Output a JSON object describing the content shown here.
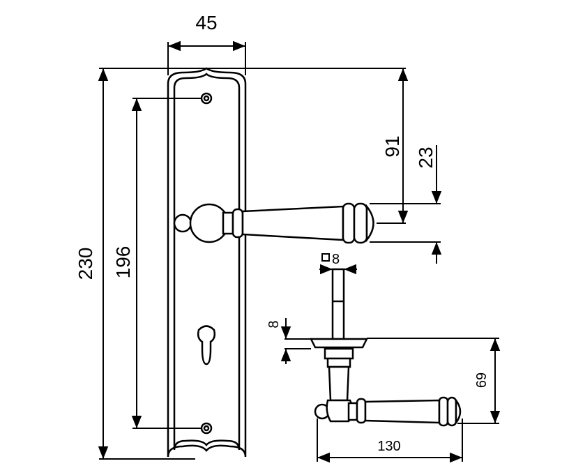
{
  "drawing": {
    "dimensions": {
      "plate_width": "45",
      "plate_height": "230",
      "hole_spacing": "196",
      "top_to_lever": "91",
      "lever_thickness": "23",
      "spindle_square": "8",
      "rose_thickness": "8",
      "lever_projection": "69",
      "lever_length": "130"
    },
    "stroke_color": "#000000",
    "background_color": "#ffffff"
  }
}
